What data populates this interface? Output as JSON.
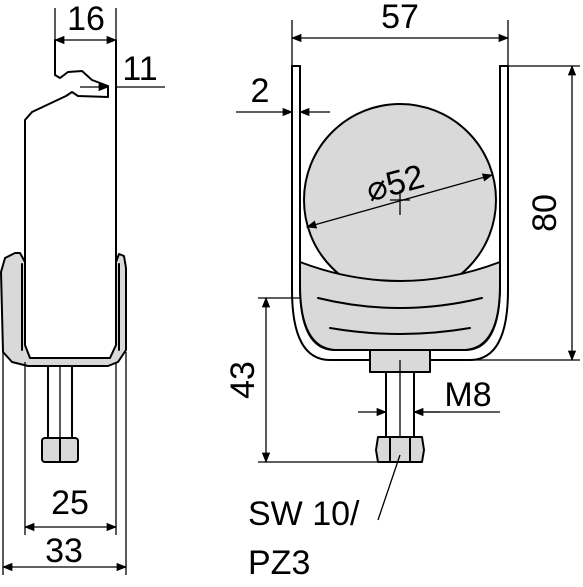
{
  "dimensions": {
    "side_width_top": "16",
    "side_notch": "11",
    "side_width_clip": "25",
    "side_width_base": "33",
    "wall_thickness": "2",
    "overall_width": "57",
    "pipe_diameter": "⌀52",
    "overall_height": "80",
    "bolt_height": "43",
    "thread": "M8",
    "wrench_line1": "SW 10/",
    "wrench_line2": "PZ3"
  }
}
